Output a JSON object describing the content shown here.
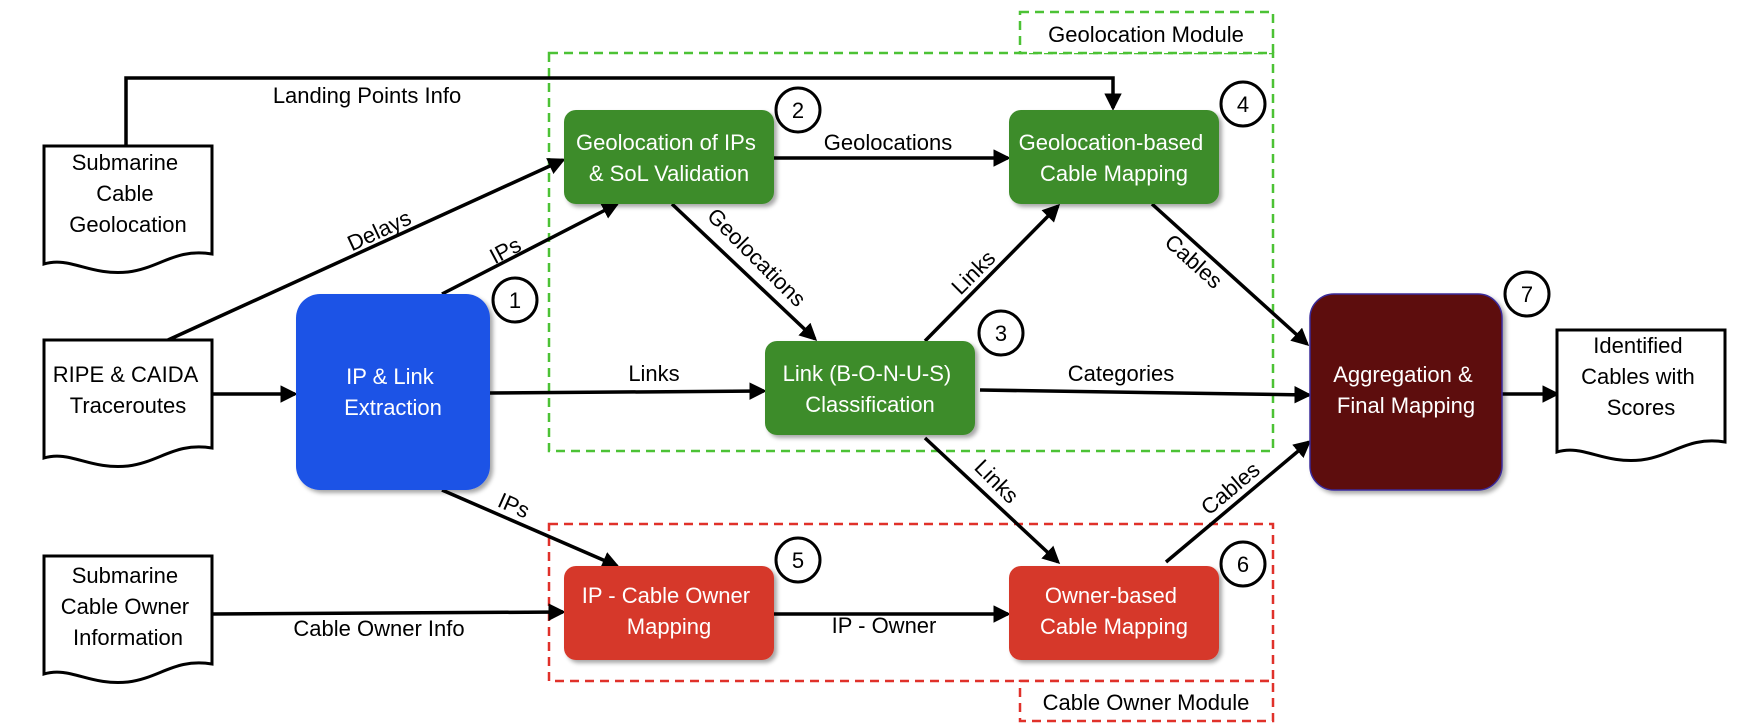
{
  "modules": {
    "geolocation": {
      "label": "Geolocation Module",
      "color": "#4cc235"
    },
    "cable_owner": {
      "label": "Cable Owner Module",
      "color": "#e0312a"
    }
  },
  "inputs": {
    "submarine_geo": [
      "Submarine",
      "Cable",
      "Geolocation"
    ],
    "traceroutes": [
      "RIPE & CAIDA",
      "Traceroutes"
    ],
    "owner_info": [
      "Submarine",
      "Cable Owner",
      "Information"
    ]
  },
  "output": {
    "lines": [
      "Identified",
      "Cables with",
      "Scores"
    ]
  },
  "nodes": {
    "extraction": {
      "lines": [
        "IP & Link",
        "Extraction"
      ],
      "color": "#1e52e6",
      "number": "1"
    },
    "geolocation_ips": {
      "lines": [
        "Geolocation of IPs",
        "& SoL Validation"
      ],
      "color": "#3d8c2a",
      "number": "2"
    },
    "classification": {
      "lines": [
        "Link (B-O-N-U-S)",
        "Classification"
      ],
      "color": "#3d8c2a",
      "number": "3"
    },
    "geo_mapping": {
      "lines": [
        "Geolocation-based",
        "Cable Mapping"
      ],
      "color": "#3d8c2a",
      "number": "4"
    },
    "owner_mapping": {
      "lines": [
        "IP - Cable Owner",
        "Mapping"
      ],
      "color": "#d6392a",
      "number": "5"
    },
    "owner_cable": {
      "lines": [
        "Owner-based",
        "Cable Mapping"
      ],
      "color": "#d6392a",
      "number": "6"
    },
    "aggregation": {
      "lines": [
        "Aggregation &",
        "Final Mapping"
      ],
      "color": "#5d0e0a",
      "number": "7"
    }
  },
  "edges": {
    "landing": "Landing Points Info",
    "delays": "Delays",
    "ips_up": "IPs",
    "ips_down": "IPs",
    "links_main": "Links",
    "geolocations_h": "Geolocations",
    "geolocations_d": "Geolocations",
    "links_up": "Links",
    "links_down": "Links",
    "cables_top": "Cables",
    "categories": "Categories",
    "cables_bottom": "Cables",
    "ip_owner": "IP - Owner",
    "cable_owner_info": "Cable Owner Info"
  }
}
